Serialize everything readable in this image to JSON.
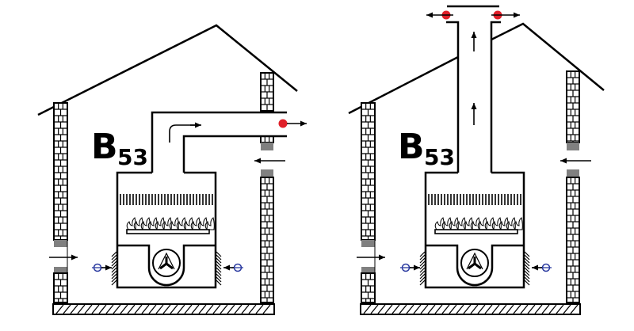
{
  "diagrams": [
    {
      "id": "horizontal-flue",
      "label_main": "B",
      "label_sub": "53",
      "flue": "horizontal"
    },
    {
      "id": "vertical-flue",
      "label_main": "B",
      "label_sub": "53",
      "flue": "vertical"
    }
  ],
  "colors": {
    "line": "#000000",
    "exhaust_dot": "#e0202a",
    "air_intake": "#2a3aa0",
    "wall_gap": "#808080"
  }
}
